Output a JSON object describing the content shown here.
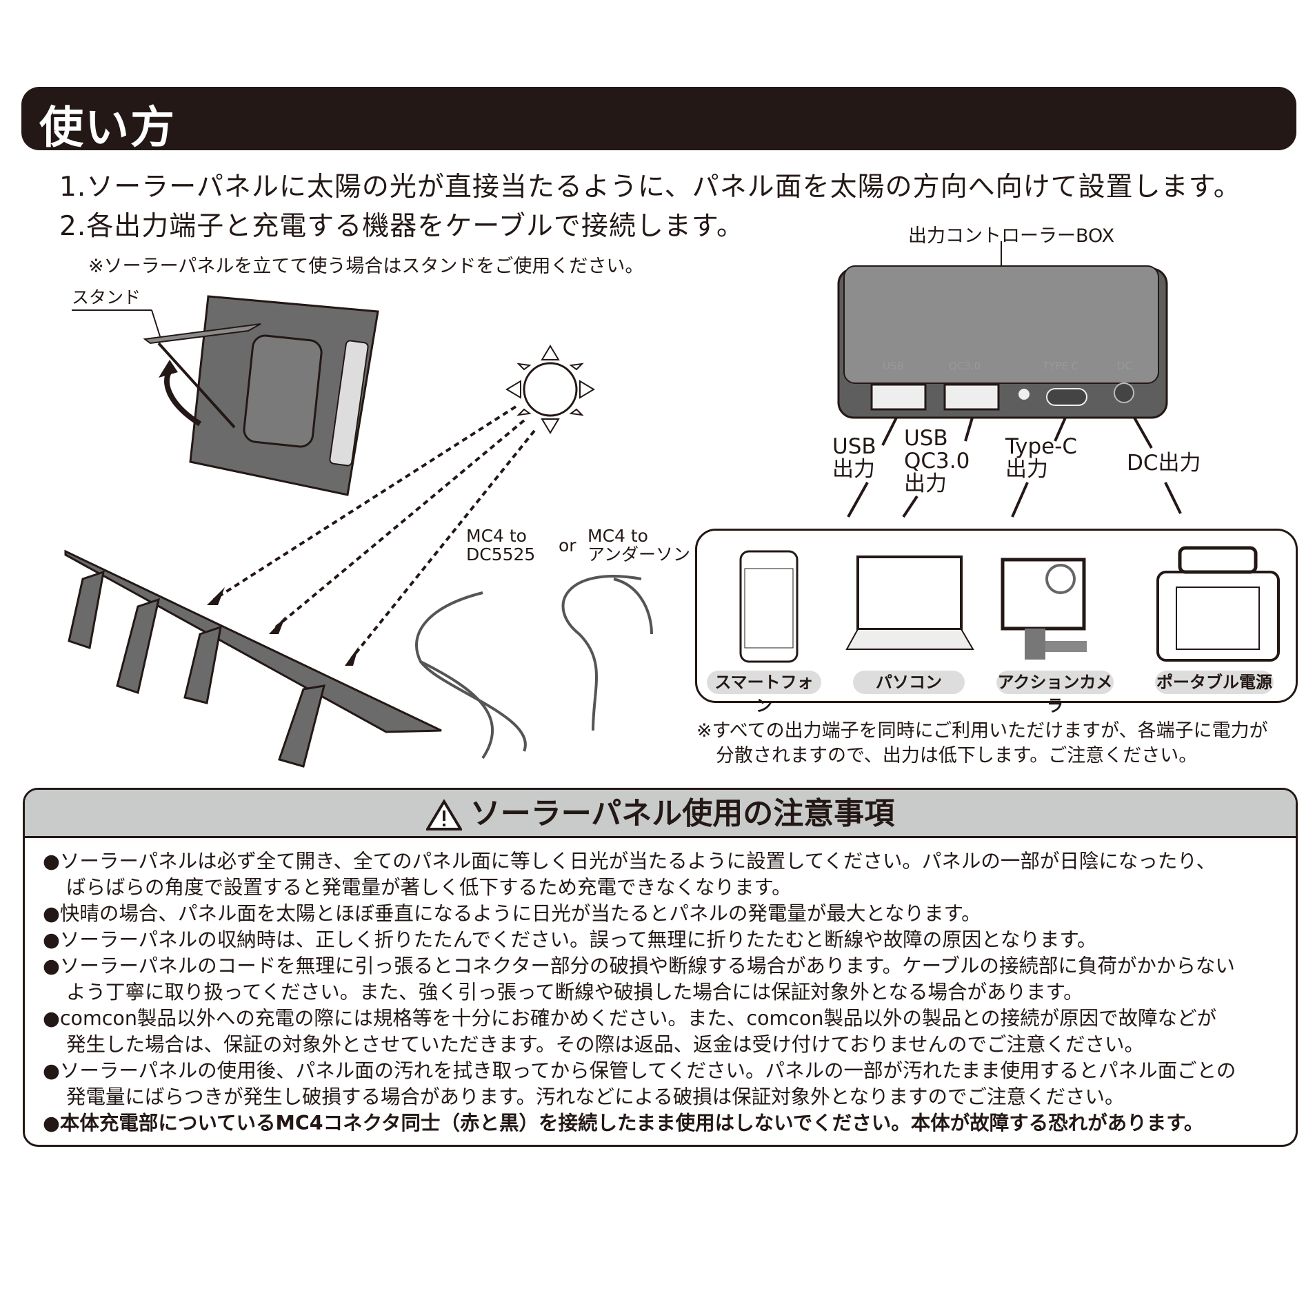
{
  "header": {
    "title": "使い方"
  },
  "steps": [
    "1.ソーラーパネルに太陽の光が直接当たるように、パネル面を太陽の方向へ向けて設置します。",
    "2.各出力端子と充電する機器をケーブルで接続します。"
  ],
  "stand_note": "※ソーラーパネルを立てて使う場合はスタンドをご使用ください。",
  "stand_label": "スタンド",
  "cables": {
    "a_line1": "MC4 to",
    "a_line2": "DC5525",
    "or": "or",
    "b_line1": "MC4 to",
    "b_line2": "アンダーソン"
  },
  "controller": {
    "label": "出力コントローラーBOX",
    "ports": [
      "USB",
      "QC3.0",
      "TYPE C",
      "DC"
    ],
    "outputs": [
      {
        "l1": "USB",
        "l2": "出力"
      },
      {
        "l1": "USB",
        "l2": "QC3.0",
        "l3": "出力"
      },
      {
        "l1": "Type-C",
        "l2": "出力"
      },
      {
        "l1": "DC出力"
      }
    ]
  },
  "devices": [
    "スマートフォン",
    "パソコン",
    "アクションカメラ",
    "ポータブル電源"
  ],
  "footnote": [
    "※すべての出力端子を同時にご利用いただけますが、各端子に電力が",
    "分散されますので、出力は低下します。ご注意ください。"
  ],
  "warning": {
    "title": "ソーラーパネル使用の注意事項",
    "lines": [
      "●ソーラーパネルは必ず全て開き、全てのパネル面に等しく日光が当たるように設置してください。パネルの一部が日陰になったり、",
      "ばらばらの角度で設置すると発電量が著しく低下するため充電できなくなります。",
      "●快晴の場合、パネル面を太陽とほぼ垂直になるように日光が当たるとパネルの発電量が最大となります。",
      "●ソーラーパネルの収納時は、正しく折りたたんでください。誤って無理に折りたたむと断線や故障の原因となります。",
      "●ソーラーパネルのコードを無理に引っ張るとコネクター部分の破損や断線する場合があります。ケーブルの接続部に負荷がかからない",
      "よう丁寧に取り扱ってください。また、強く引っ張って断線や破損した場合には保証対象外となる場合があります。",
      "●comcon製品以外への充電の際には規格等を十分にお確かめください。また、comcon製品以外の製品との接続が原因で故障などが",
      "発生した場合は、保証の対象外とさせていただきます。その際は返品、返金は受け付けておりませんのでご注意ください。",
      "●ソーラーパネルの使用後、パネル面の汚れを拭き取ってから保管してください。パネルの一部が汚れたまま使用するとパネル面ごとの",
      "発電量にばらつきが発生し破損する場合があります。汚れなどによる破損は保証対象外となりますのでご注意ください。",
      "●本体充電部についているMC4コネクタ同士（赤と黒）を接続したまま使用はしないでください。本体が故障する恐れがあります。"
    ]
  }
}
